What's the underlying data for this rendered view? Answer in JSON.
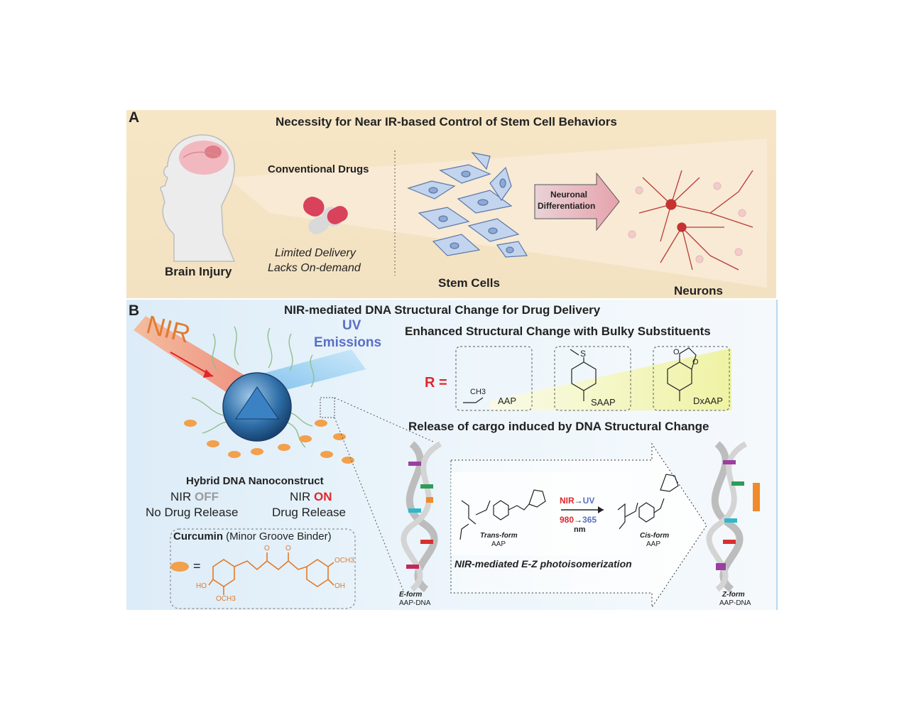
{
  "panel_a": {
    "letter": "A",
    "title": "Necessity for Near IR-based Control of Stem Cell Behaviors",
    "brain_label": "Brain Injury",
    "drugs_title": "Conventional Drugs",
    "drugs_note1": "Limited Delivery",
    "drugs_note2": "Lacks On-demand",
    "stem_label": "Stem Cells",
    "arrow_line1": "Neuronal",
    "arrow_line2": "Differentiation",
    "neurons_label": "Neurons"
  },
  "panel_b": {
    "letter": "B",
    "title": "NIR-mediated DNA Structural Change for Drug Delivery",
    "nir": "NIR",
    "uv_line1": "UV",
    "uv_line2": "Emissions",
    "bulky_title": "Enhanced Structural Change with Bulky Substituents",
    "r_eq": "R =",
    "sub1": "AAP",
    "sub1_group": "CH3",
    "sub2": "SAAP",
    "sub2_atom": "S",
    "sub3": "DxAAP",
    "sub3_atom1": "O",
    "sub3_atom2": "O",
    "release_title": "Release of cargo induced by DNA Structural Change",
    "construct_title": "Hybrid DNA Nanoconstruct",
    "off_prefix": "NIR ",
    "off_word": "OFF",
    "off_note": "No Drug Release",
    "on_prefix": "NIR ",
    "on_word": "ON",
    "on_note": "Drug Release",
    "curcumin_name": "Curcumin",
    "curcumin_desc": " (Minor Groove Binder)",
    "equals": "=",
    "och3": "OCH3",
    "oh_left": "HO",
    "oh_right": "OH",
    "och3_bottom": "OCH3",
    "ketone1": "O",
    "ketone2": "O",
    "trans_form": "Trans-form",
    "trans_sub": "AAP",
    "cis_form": "Cis-form",
    "cis_sub": "AAP",
    "nir_to_uv_a": "NIR",
    "nir_to_uv_b": "UV",
    "wl_a": "980",
    "wl_b": "365",
    "wl_unit": "nm",
    "photo_label": "NIR-mediated E-Z photoisomerization",
    "eform": "E-form",
    "eform_sub": "AAP-DNA",
    "zform": "Z-form",
    "zform_sub": "AAP-DNA"
  },
  "colors": {
    "red_accent": "#e0262b",
    "blue_accent": "#5a6fc6",
    "orange_accent": "#e07a2c",
    "panel_a_bg": "#f6e6c6",
    "panel_b_bg": "#dcecf8"
  }
}
